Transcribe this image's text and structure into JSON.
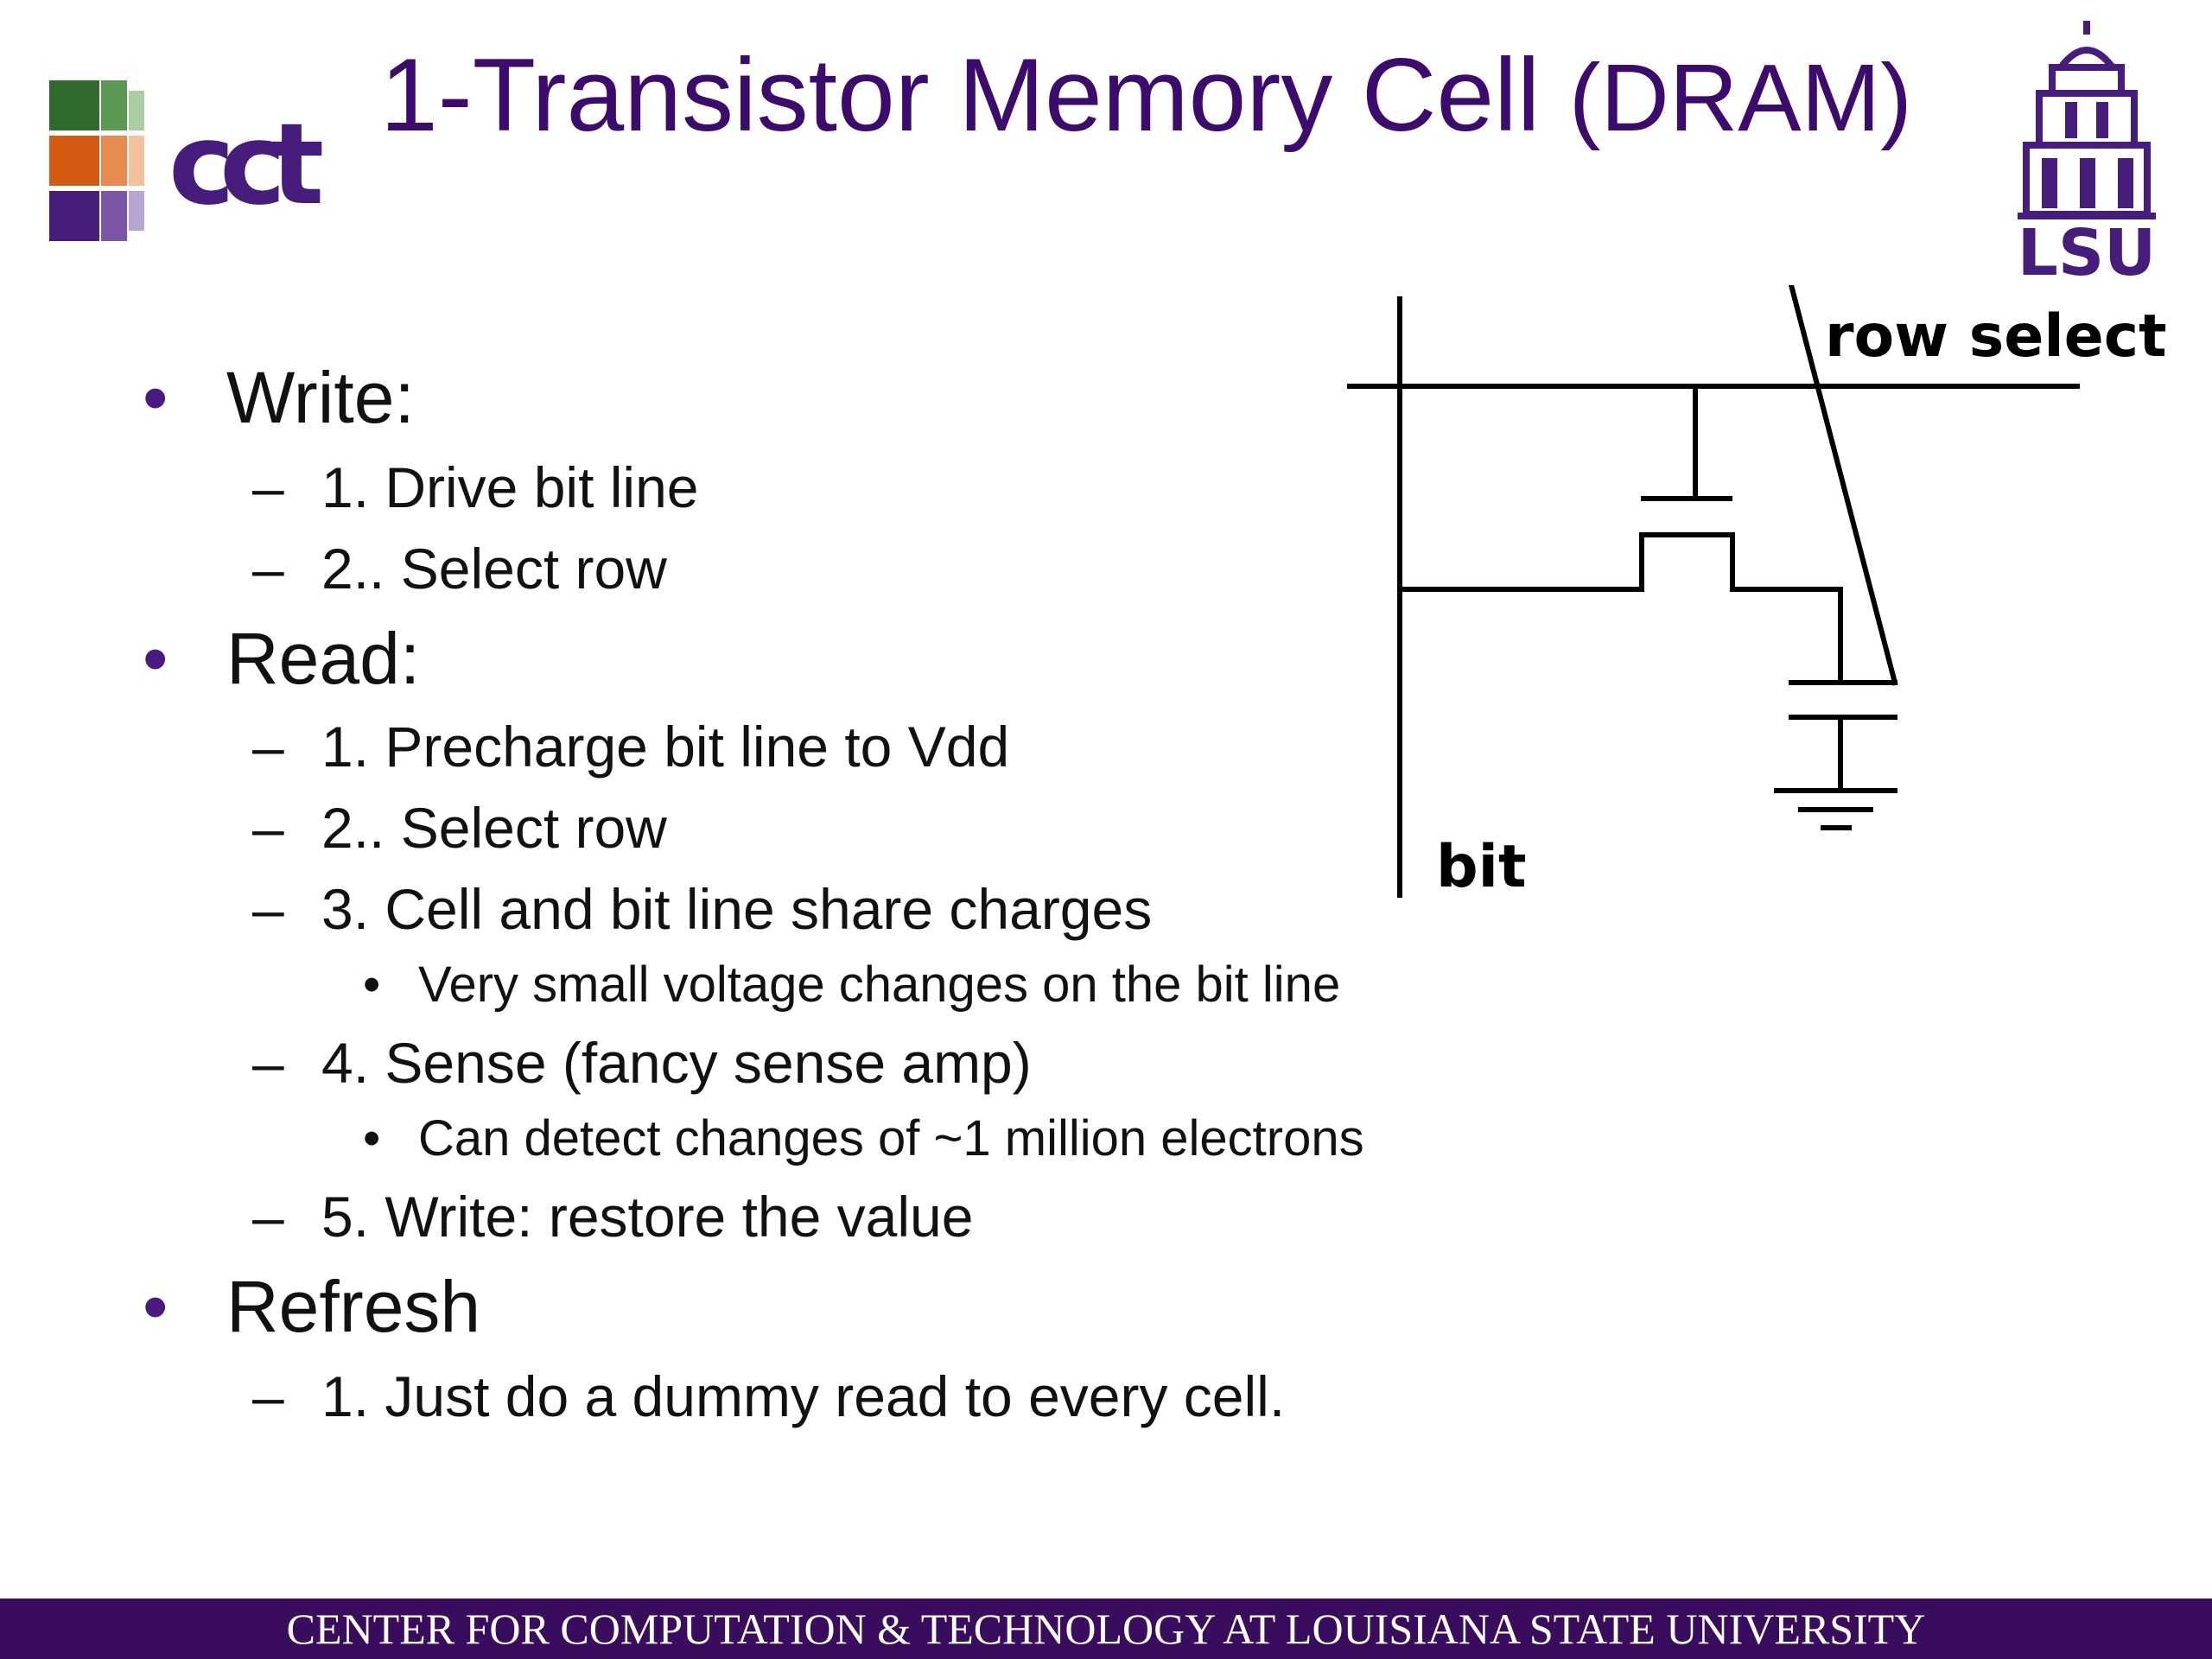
{
  "slide": {
    "title_main": "1-Transistor Memory Cell",
    "title_suffix": "(DRAM)",
    "colors": {
      "title": "#3d0a6e",
      "bullet": "#4a1a80",
      "footer_bg": "#3a0c5e",
      "logo_purple": "#461d7c",
      "logo_green": "#2e6b2c",
      "logo_orange": "#d35a10"
    },
    "logos": {
      "left_text": "cct",
      "right_text": "LSU"
    }
  },
  "content": {
    "write": {
      "heading": "Write:",
      "steps": [
        "1. Drive bit line",
        "2.. Select row"
      ]
    },
    "read": {
      "heading": "Read:",
      "steps": [
        "1. Precharge bit line to Vdd",
        "2.. Select row",
        "3. Cell and bit line share charges",
        "4. Sense (fancy sense amp)",
        "5. Write: restore the value"
      ],
      "notes": [
        "Very small voltage changes on the bit line",
        "Can detect changes of ~1 million  electrons"
      ]
    },
    "refresh": {
      "heading": "Refresh",
      "steps": [
        "1. Just do a dummy read to every cell."
      ]
    },
    "markers": {
      "dot": "•",
      "dash": "–",
      "small_dot": "•"
    }
  },
  "circuit": {
    "row_label": "row select",
    "bit_label": "bit"
  },
  "footer": {
    "text": "CENTER FOR COMPUTATION & TECHNOLOGY AT LOUISIANA STATE UNIVERSITY"
  }
}
